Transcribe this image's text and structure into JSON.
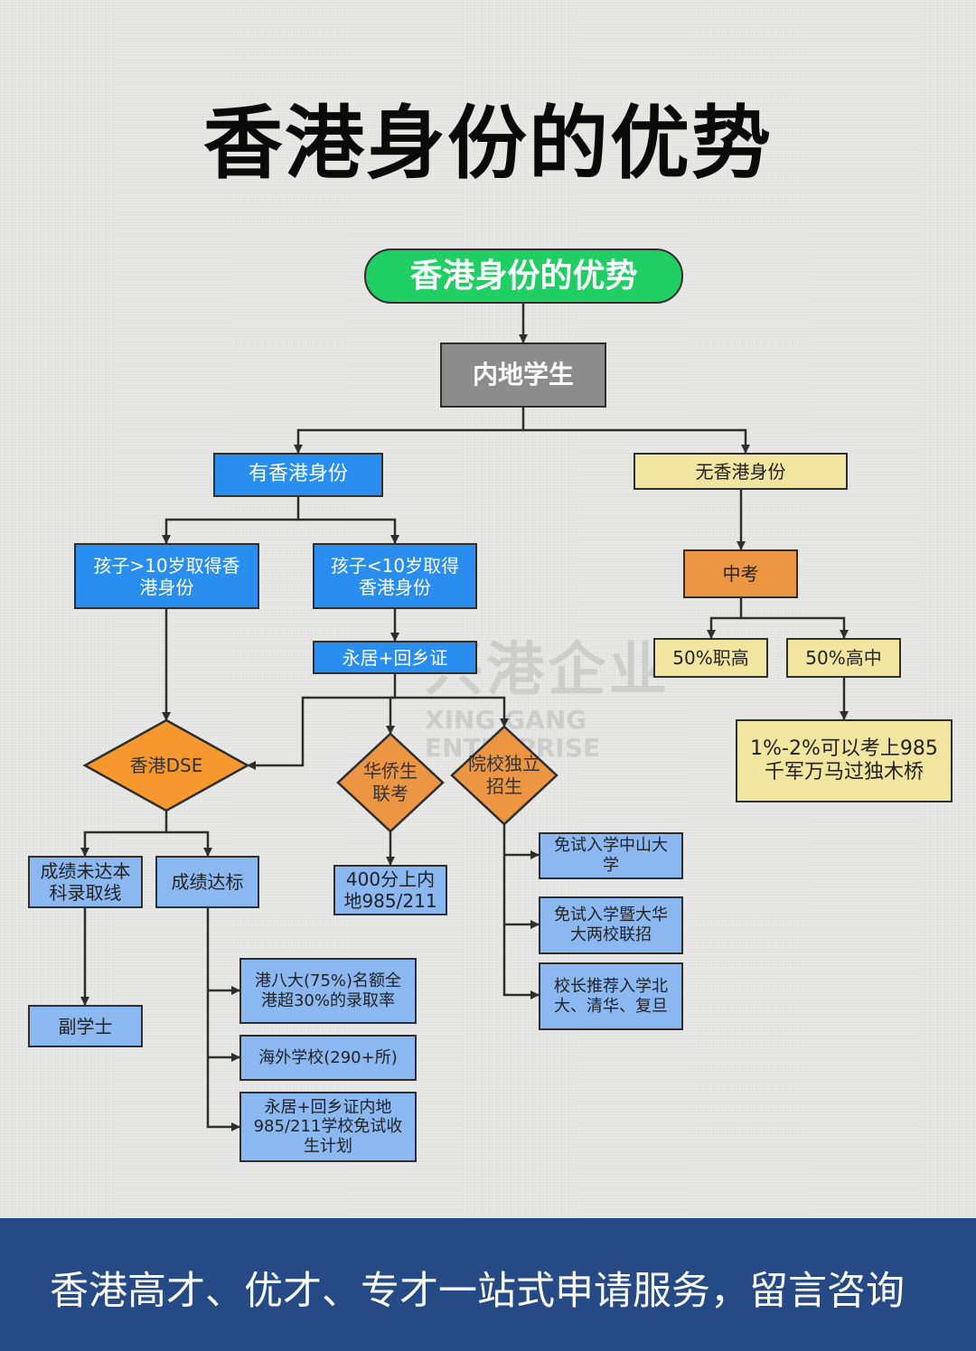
{
  "page_title": "香港身份的优势",
  "watermark": {
    "cn": "兴港企业",
    "en1": "XING GANG",
    "en2": "ENTERPRISE"
  },
  "nodes": {
    "root": "香港身份的优势",
    "mainland_student": "内地学生",
    "has_hk_id": "有香港身份",
    "no_hk_id": "无香港身份",
    "child_over_10": "孩子>10岁取得香\n港身份",
    "child_under_10": "孩子<10岁取得\n香港身份",
    "pr_home_return": "永居+回乡证",
    "zhongkao": "中考",
    "vocational_50": "50%职高",
    "high_school_50": "50%高中",
    "top_985": "1%-2%可以考上985\n千军万马过独木桥",
    "hk_dse": "香港DSE",
    "overseas_chinese_exam": "华侨生\n联考",
    "independent_admission": "院校独立\n招生",
    "below_line": "成绩未达本\n科录取线",
    "meets_line": "成绩达标",
    "score_400": "400分上内\n地985/211",
    "associate_degree": "副学士",
    "hk8": "港八大(75%)名额全\n港超30%的录取率",
    "overseas_schools": "海外学校(290+所)",
    "exempt_plan": "永居+回乡证内地\n985/211学校免试收\n生计划",
    "sysu": "免试入学中山大\n学",
    "jnu_hqu": "免试入学暨大华\n大两校联招",
    "principal_rec": "校长推荐入学北\n大、清华、复旦"
  },
  "footer": {
    "text": "香港高才、优才、专才一站式申请服务，留言咨询"
  }
}
